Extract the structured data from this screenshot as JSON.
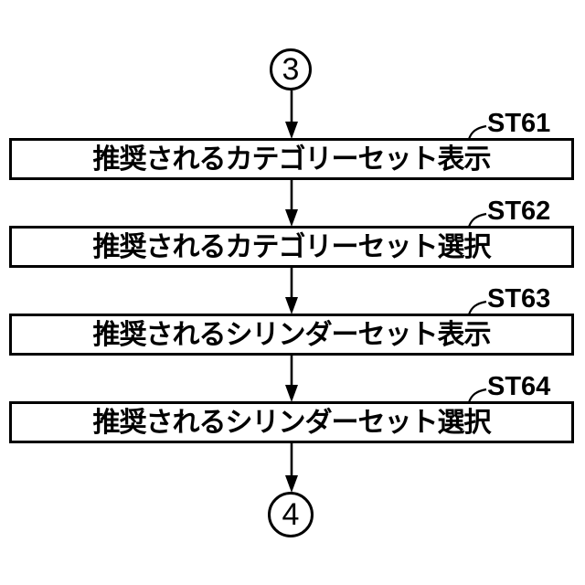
{
  "flow": {
    "top_connector": "3",
    "bottom_connector": "4",
    "steps": [
      {
        "ref": "ST61",
        "label": "推奨されるカテゴリーセット表示"
      },
      {
        "ref": "ST62",
        "label": "推奨されるカテゴリーセット選択"
      },
      {
        "ref": "ST63",
        "label": "推奨されるシリンダーセット表示"
      },
      {
        "ref": "ST64",
        "label": "推奨されるシリンダーセット選択"
      }
    ],
    "colors": {
      "ink": "#000000",
      "background": "#ffffff"
    }
  }
}
